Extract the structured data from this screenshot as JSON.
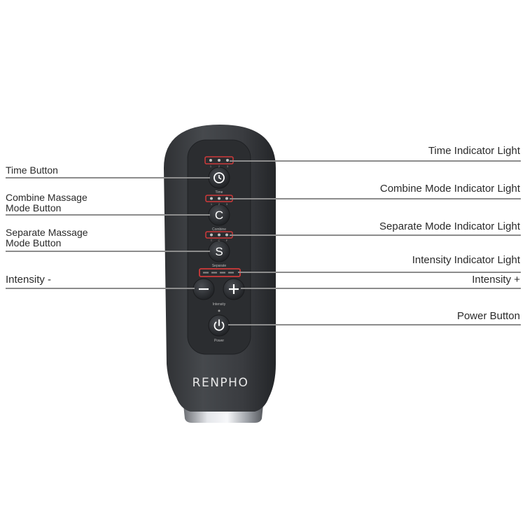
{
  "labels": {
    "left": {
      "time_button": "Time Button",
      "combine_line1": "Combine Massage",
      "combine_line2": "Mode Button",
      "separate_line1": "Separate Massage",
      "separate_line2": "Mode Button",
      "intensity_minus": "Intensity -"
    },
    "right": {
      "time_indicator": "Time Indicator Light",
      "combine_indicator": "Combine Mode Indicator Light",
      "separate_indicator": "Separate Mode Indicator Light",
      "intensity_indicator": "Intensity Indicator Light",
      "intensity_plus": "Intensity +",
      "power_button": "Power Button"
    }
  },
  "device": {
    "brand": "RENPHO",
    "button_time_icon": "clock-icon",
    "button_combine": "C",
    "button_separate": "S",
    "button_minus": "−",
    "button_plus": "+",
    "button_power_icon": "power-icon",
    "caption_time": "Time",
    "caption_combine": "Combine",
    "caption_separate": "Separate",
    "caption_intensity": "Intensity",
    "caption_power": "Power",
    "time_marks": [
      "1",
      "2",
      "3"
    ],
    "combine_marks": [
      "1",
      "2",
      "3"
    ],
    "separate_marks": [
      "T",
      "C",
      "F"
    ]
  },
  "colors": {
    "body": "#3b3d40",
    "panel": "#2e3033",
    "indicator_red": "#d03a3a",
    "leader_line": "#8c8c8c",
    "text": "#2a2a2a"
  }
}
